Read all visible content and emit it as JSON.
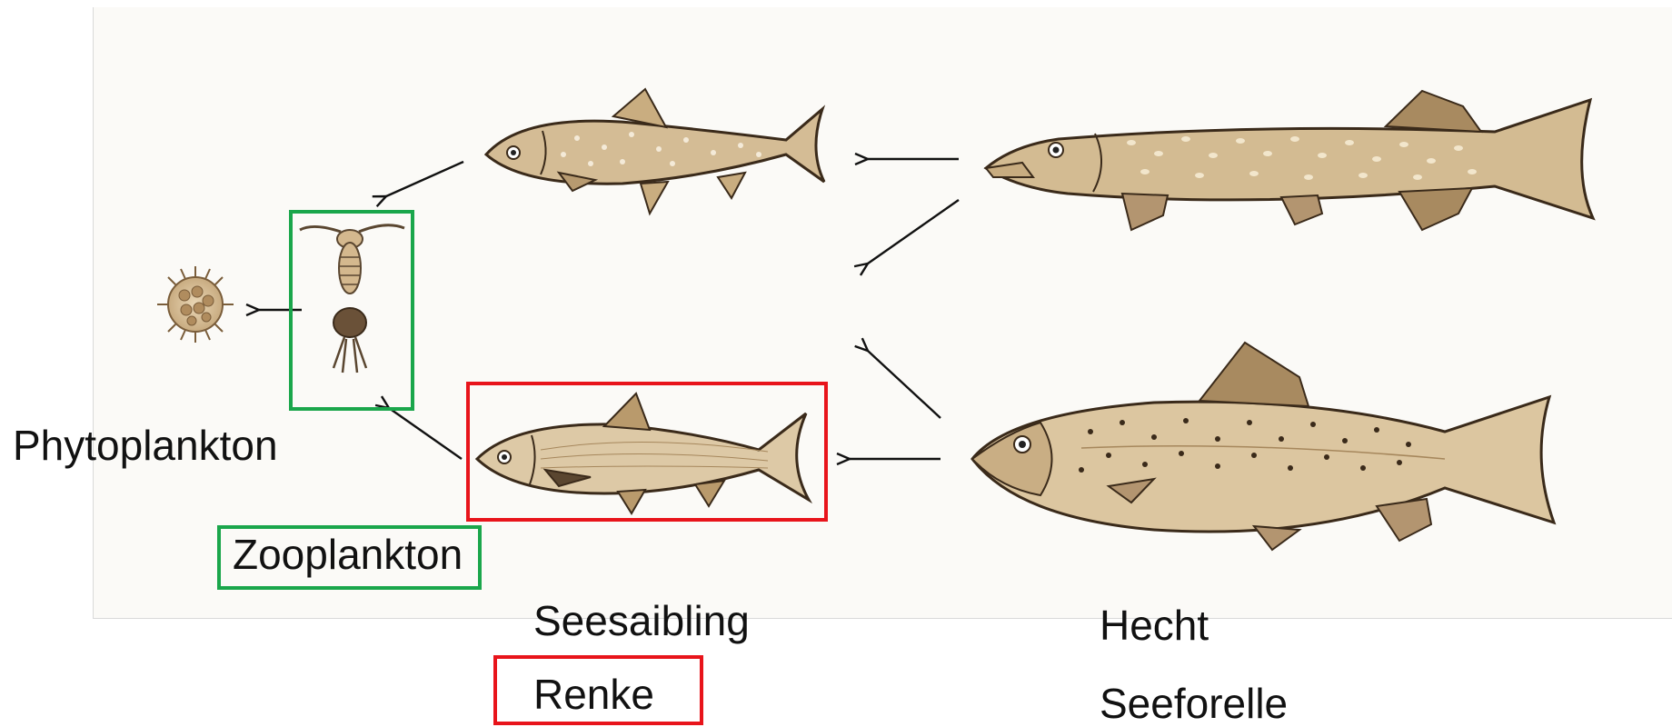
{
  "labels": {
    "phytoplankton": "Phytoplankton",
    "zooplankton": "Zooplankton",
    "seesaibling": "Seesaibling",
    "renke": "Renke",
    "hecht": "Hecht",
    "seeforelle": "Seeforelle"
  },
  "organisms": [
    {
      "id": "phytoplankton",
      "icon": "phytoplankton-icon"
    },
    {
      "id": "zooplankton",
      "icon": "copepod-icon"
    },
    {
      "id": "seesaibling",
      "icon": "char-fish-icon"
    },
    {
      "id": "renke",
      "icon": "whitefish-icon"
    },
    {
      "id": "hecht",
      "icon": "pike-fish-icon"
    },
    {
      "id": "seeforelle",
      "icon": "lake-trout-icon"
    }
  ],
  "arrows": [
    {
      "from": "zooplankton",
      "to": "phytoplankton"
    },
    {
      "from": "seesaibling",
      "to": "zooplankton"
    },
    {
      "from": "renke",
      "to": "zooplankton"
    },
    {
      "from": "hecht",
      "to": "seesaibling"
    },
    {
      "from": "hecht",
      "to": "renke"
    },
    {
      "from": "seeforelle",
      "to": "seesaibling"
    },
    {
      "from": "seeforelle",
      "to": "renke"
    }
  ],
  "highlights": {
    "zooplankton_color": "#1aa64b",
    "renke_color": "#e8141b"
  },
  "colors": {
    "fish_body": "#d9c3a0",
    "fish_outline": "#3a2a1a",
    "fish_spots": "#5a4630",
    "arrow": "#111111"
  }
}
